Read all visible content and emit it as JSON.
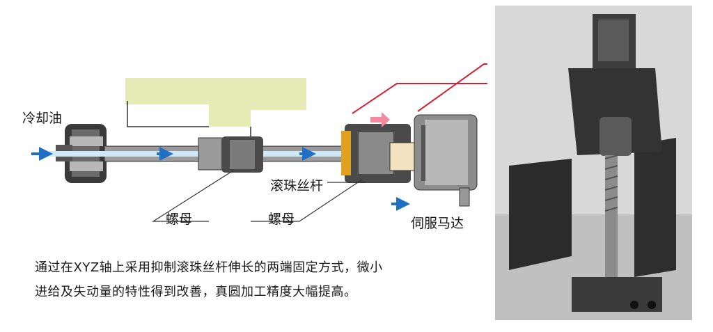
{
  "labels": {
    "coolant_oil": "冷却油",
    "ball_screw": "滚珠丝杆",
    "nut_left": "螺母",
    "nut_right": "螺母",
    "servo_motor": "伺服马达"
  },
  "caption": {
    "line1": "通过在XYZ轴上采用抑制滚珠丝杆伸长的两端固定方式，微小",
    "line2": "进给及失动量的特性得到改善，真圆加工精度大幅提高。"
  },
  "colors": {
    "flow_arrow": "#1f6fc4",
    "shaft_core": "#cfe8f7",
    "table_green": "#e4ebb4",
    "motor_tan": "#f3e2c0",
    "leader_red": "#d42030",
    "pink_arrow": "#f28aa0"
  }
}
